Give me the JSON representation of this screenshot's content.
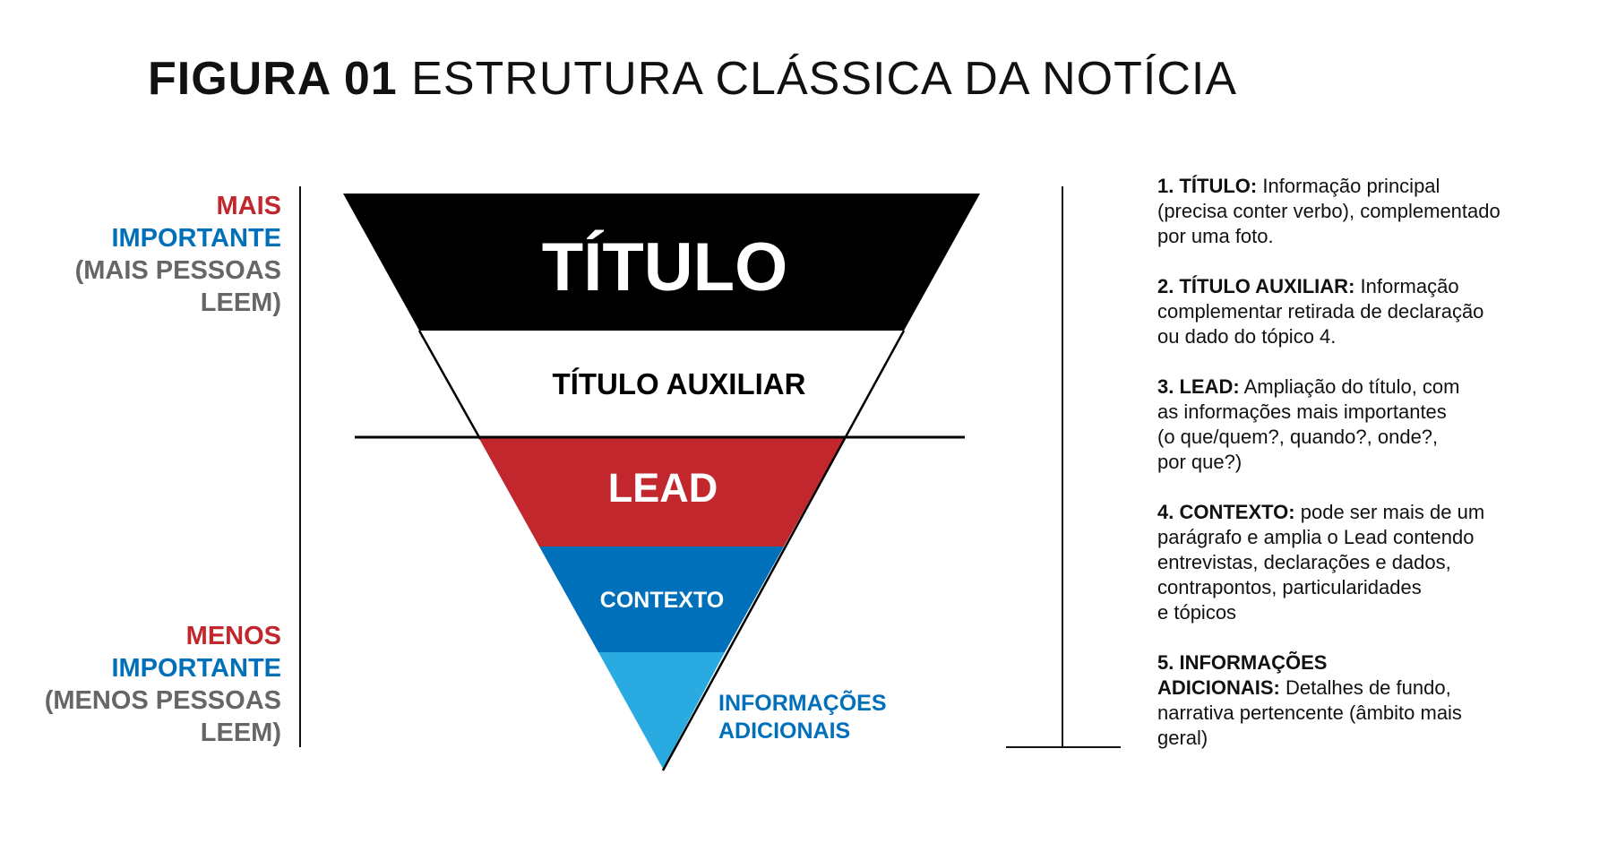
{
  "title": {
    "bold": "FIGURA 01",
    "rest": "ESTRUTURA CLÁSSICA DA NOTÍCIA"
  },
  "left_labels": {
    "top": {
      "line1": "MAIS",
      "line2": "IMPORTANTE",
      "line3": "(MAIS PESSOAS",
      "line4": "LEEM)"
    },
    "bottom": {
      "line1": "MENOS",
      "line2": "IMPORTANTE",
      "line3": "(MENOS PESSOAS",
      "line4": "LEEM)"
    }
  },
  "funnel": {
    "levels": [
      {
        "label": "TÍTULO",
        "color": "#000000"
      },
      {
        "label": "TÍTULO AUXILIAR",
        "color": "#ffffff"
      },
      {
        "label": "LEAD",
        "color": "#c1272d"
      },
      {
        "label": "CONTEXTO",
        "color": "#0070bb"
      },
      {
        "color": "#29abe2"
      }
    ],
    "extra_label": {
      "line1": "INFORMAÇÕES",
      "line2": "ADICIONAIS"
    }
  },
  "notes": [
    {
      "head": "1. TÍTULO:",
      "lines": [
        " Informação principal",
        "(precisa conter verbo), complementado",
        "por uma foto."
      ]
    },
    {
      "head": "2. TÍTULO AUXILIAR:",
      "lines": [
        " Informação",
        "complementar retirada de declaração",
        "ou dado do tópico 4."
      ]
    },
    {
      "head": "3. LEAD:",
      "lines": [
        " Ampliação do título, com",
        "as informações mais importantes",
        "(o que/quem?, quando?, onde?,",
        "por que?)"
      ]
    },
    {
      "head": "4. CONTEXTO:",
      "lines": [
        " pode ser mais de um",
        "parágrafo e amplia o Lead contendo",
        "entrevistas, declarações e dados,",
        "contrapontos, particularidades",
        "e tópicos"
      ]
    },
    {
      "head": "5. INFORMAÇÕES",
      "head2": "ADICIONAIS:",
      "lines": [
        " Detalhes de fundo,",
        "narrativa pertencente (âmbito mais",
        "geral)"
      ]
    }
  ]
}
